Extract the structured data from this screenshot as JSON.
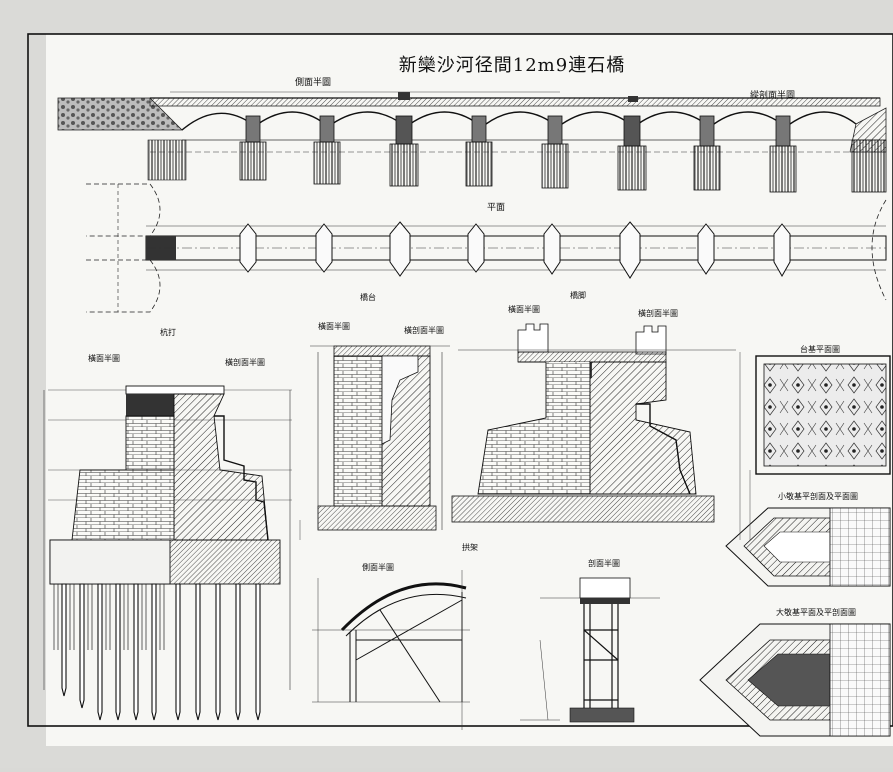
{
  "title": "新欒沙河径間12m9連石橋",
  "labels": {
    "side_elevation": "側面半圖",
    "longitudinal_half": "縱剖面半圖",
    "plan": "平面",
    "abutment": "橋台",
    "pier": "橋脚",
    "piling": "杭打",
    "front_half_a": "橫面半圖",
    "cross_section_half_a": "橫剖面半圖",
    "front_half_b": "橫面半圖",
    "cross_section_half_b": "橫剖面半圖",
    "front_half_c": "橫面半圖",
    "cross_section_half_c": "橫剖面半圖",
    "foundation_plan": "台基平面圖",
    "small_pier_foundation": "小敬基平剖面及平面圖",
    "large_pier_foundation": "大敬基平面及平剖面圖",
    "arch_centering": "拱架",
    "centering_side": "側面半圖",
    "centering_section": "剖面半圖"
  }
}
